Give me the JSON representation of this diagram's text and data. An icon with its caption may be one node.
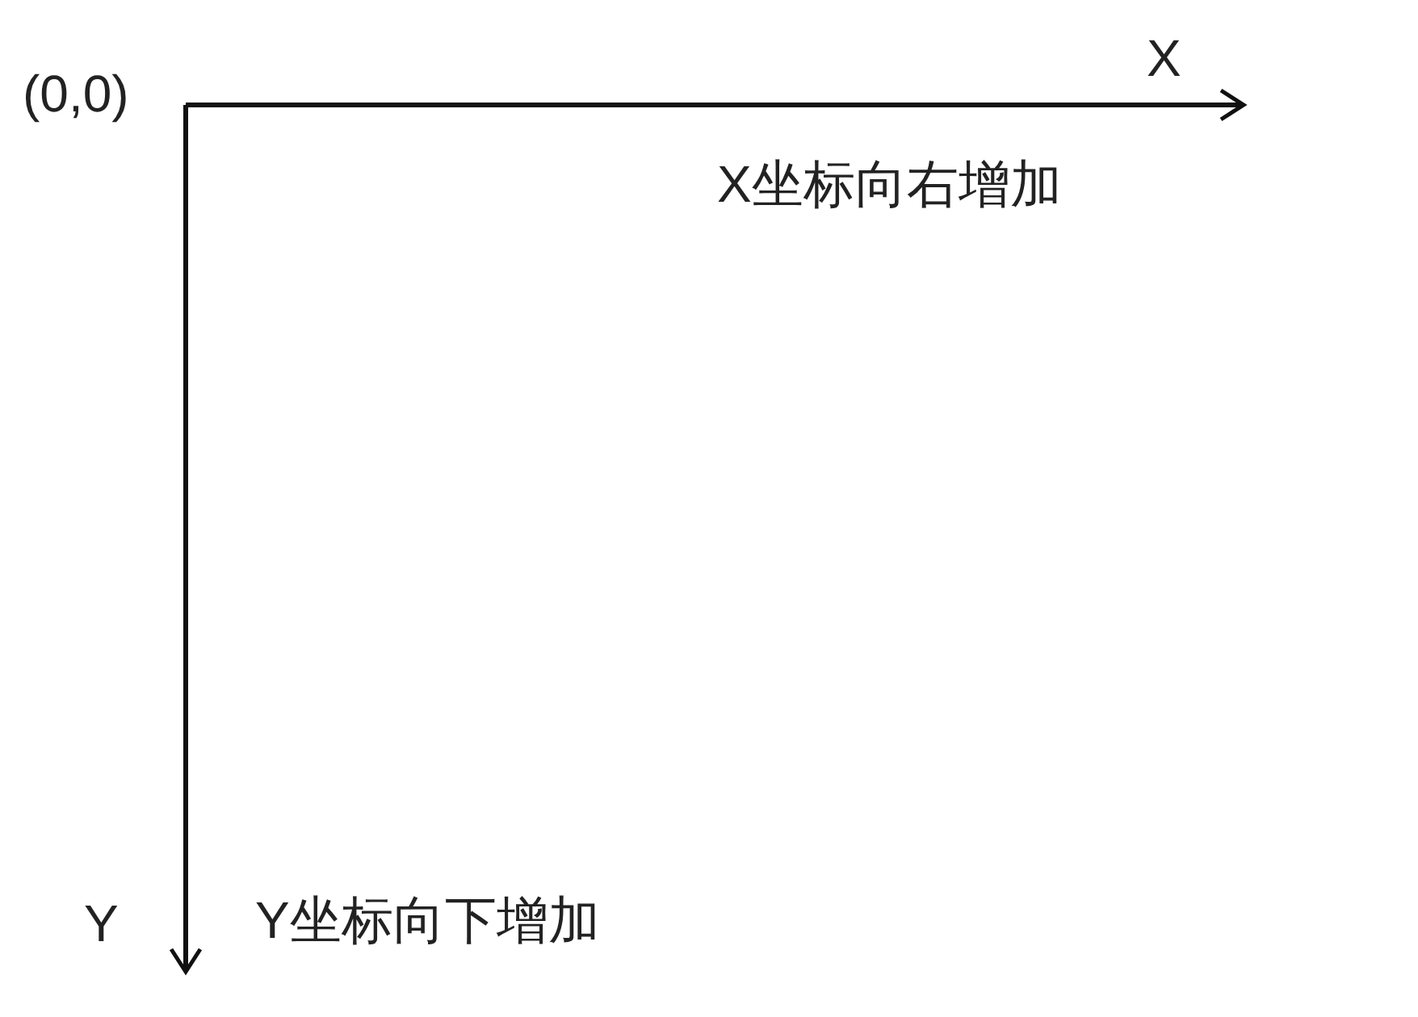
{
  "diagram": {
    "labels": [
      "(0,0)",
      "X",
      "X坐标向右增加",
      "Y",
      "Y坐标向下增加"
    ]
  }
}
